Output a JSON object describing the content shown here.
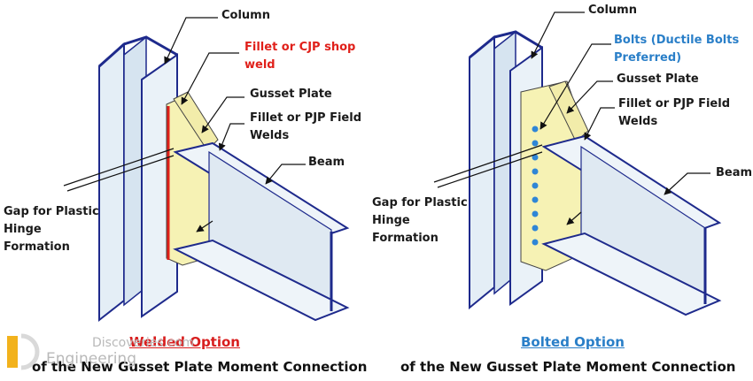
{
  "left": {
    "column": "Column",
    "fillet_shop_line1": "Fillet or CJP shop",
    "fillet_shop_line2": "weld",
    "gusset": "Gusset Plate",
    "field_line1": "Fillet or PJP Field",
    "field_line2": "Welds",
    "beam": "Beam",
    "gap_line1": "Gap for Plastic",
    "gap_line2": "Hinge",
    "gap_line3": "Formation",
    "title": "Welded Option",
    "subtitle": "of the New Gusset Plate Moment Connection"
  },
  "right": {
    "column": "Column",
    "bolts_line1": "Bolts (Ductile Bolts",
    "bolts_line2": "Preferred)",
    "gusset": "Gusset Plate",
    "field_line1": "Fillet or PJP Field",
    "field_line2": "Welds",
    "beam": "Beam",
    "gap_line1": "Gap for Plastic",
    "gap_line2": "Hinge",
    "gap_line3": "Formation",
    "title": "Bolted Option",
    "subtitle": "of the New Gusset Plate Moment Connection"
  },
  "watermark": {
    "line1": "Discoveries.com",
    "line2": "Engineering"
  },
  "colors": {
    "steel_fill": "#e4eef6",
    "steel_edge": "#1e2a8c",
    "gusset_fill": "#f6f2b4",
    "weld_red": "#e0201a",
    "bolt_blue": "#2f86d6",
    "title_red": "#d81e1e",
    "title_blue": "#2a7fc8"
  }
}
